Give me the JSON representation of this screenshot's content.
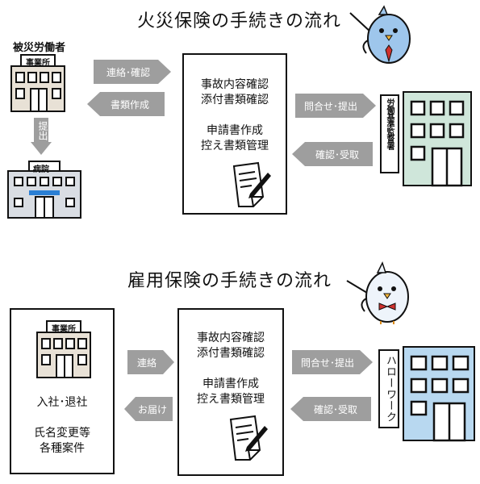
{
  "section1": {
    "title": "火災保険の手続きの流れ",
    "employer_caption": "被災労働者",
    "office_sign": "事業所",
    "hospital_sign": "病院",
    "arrow_contact": "連絡･確認",
    "arrow_documents": "書類作成",
    "arrow_submit_vertical": "提出",
    "center_lines": [
      "事故内容確認",
      "添付書類確認",
      "",
      "申請書作成",
      "控え書類管理"
    ],
    "arrow_inquiry": "問合せ･提出",
    "arrow_confirm": "確認･受取",
    "agency_sign": "労働基準監督署"
  },
  "section2": {
    "title": "雇用保険の手続きの流れ",
    "office_sign": "事業所",
    "office_lines": [
      "入社･退社",
      "",
      "氏名変更等",
      "各種案件"
    ],
    "arrow_contact": "連絡",
    "arrow_notify": "お届け",
    "center_lines": [
      "事故内容確認",
      "添付書類確認",
      "",
      "申請書作成",
      "控え書類管理"
    ],
    "arrow_inquiry": "問合せ･提出",
    "arrow_confirm": "確認･受取",
    "agency_sign": "ハローワーク"
  },
  "colors": {
    "arrow_gray": "#9e9e9e",
    "building_beige": "#e8e1d6",
    "hospital_gray": "#d9dde3",
    "agency_green": "#cfe6da",
    "agency_blue": "#b8d8f0",
    "bird_blue": "#9ec6ec",
    "tie_red": "#d0312d"
  },
  "icons": [
    "bird-mascot-icon",
    "office-building-icon",
    "hospital-building-icon",
    "government-building-icon",
    "document-pen-icon"
  ]
}
